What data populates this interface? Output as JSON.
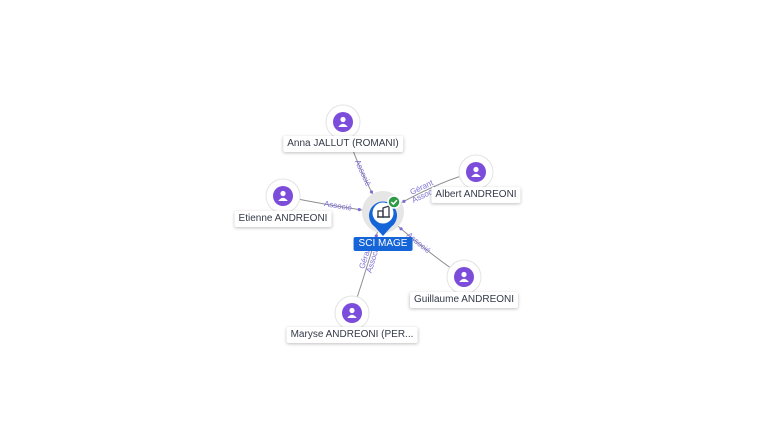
{
  "colors": {
    "person": "#7c4ddb",
    "company": "#1565d8",
    "status_ok": "#2e9b48",
    "edge": "#8f8f8f",
    "edge_label": "#7c6fd6"
  },
  "center": {
    "name": "SCI MAGE",
    "icon": "building-icon",
    "status_icon": "check-icon"
  },
  "nodes": [
    {
      "id": "anna",
      "name": "Anna JALLUT (ROMANI)",
      "icon": "person-icon",
      "roles": [
        "Associé"
      ]
    },
    {
      "id": "etienne",
      "name": "Etienne ANDREONI",
      "icon": "person-icon",
      "roles": [
        "Associé"
      ]
    },
    {
      "id": "albert",
      "name": "Albert ANDREONI",
      "icon": "person-icon",
      "roles": [
        "Gérant",
        "Associé"
      ]
    },
    {
      "id": "guillaume",
      "name": "Guillaume ANDREONI",
      "icon": "person-icon",
      "roles": [
        "Associé"
      ]
    },
    {
      "id": "maryse",
      "name": "Maryse ANDREONI (PER...",
      "icon": "person-icon",
      "roles": [
        "Gérant",
        "Associé"
      ]
    }
  ]
}
